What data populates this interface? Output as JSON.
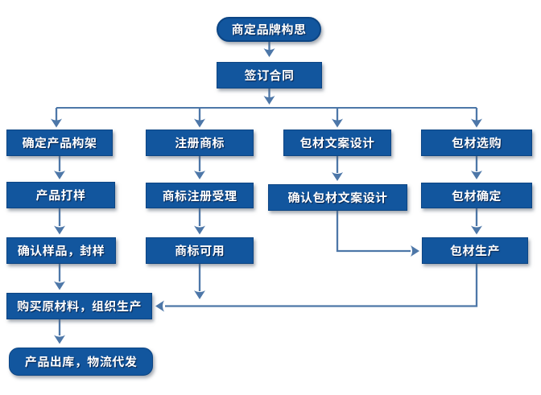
{
  "diagram": {
    "type": "flowchart",
    "language": "zh-CN",
    "colors": {
      "node_fill": "#12569E",
      "node_border": "#0C4584",
      "node_text": "#FFFFFF",
      "connector": "#4D77A8",
      "background": "#FFFFFF"
    },
    "nodes": [
      {
        "id": "brand-concept",
        "label": "商定品牌构思",
        "shape": "rounded"
      },
      {
        "id": "sign-contract",
        "label": "签订合同",
        "shape": "rect"
      },
      {
        "id": "define-product-structure",
        "label": "确定产品构架",
        "shape": "rect"
      },
      {
        "id": "register-trademark",
        "label": "注册商标",
        "shape": "rect"
      },
      {
        "id": "package-copy-design",
        "label": "包材文案设计",
        "shape": "rect"
      },
      {
        "id": "package-material-selection",
        "label": "包材选购",
        "shape": "rect"
      },
      {
        "id": "product-sampling",
        "label": "产品打样",
        "shape": "rect"
      },
      {
        "id": "trademark-acceptance",
        "label": "商标注册受理",
        "shape": "rect"
      },
      {
        "id": "confirm-package-copy",
        "label": "确认包材文案设计",
        "shape": "rect"
      },
      {
        "id": "package-material-confirm",
        "label": "包材确定",
        "shape": "rect"
      },
      {
        "id": "confirm-sample-seal",
        "label": "确认样品，封样",
        "shape": "rect"
      },
      {
        "id": "trademark-usable",
        "label": "商标可用",
        "shape": "rect"
      },
      {
        "id": "package-production",
        "label": "包材生产",
        "shape": "rect"
      },
      {
        "id": "purchase-materials-production",
        "label": "购买原材料，组织生产",
        "shape": "rect"
      },
      {
        "id": "product-outbound-logistics",
        "label": "产品出库，物流代发",
        "shape": "rounded"
      }
    ],
    "edges": [
      {
        "from": "brand-concept",
        "to": "sign-contract"
      },
      {
        "from": "sign-contract",
        "to": "define-product-structure"
      },
      {
        "from": "sign-contract",
        "to": "register-trademark"
      },
      {
        "from": "sign-contract",
        "to": "package-copy-design"
      },
      {
        "from": "sign-contract",
        "to": "package-material-selection"
      },
      {
        "from": "define-product-structure",
        "to": "product-sampling"
      },
      {
        "from": "product-sampling",
        "to": "confirm-sample-seal"
      },
      {
        "from": "confirm-sample-seal",
        "to": "purchase-materials-production"
      },
      {
        "from": "purchase-materials-production",
        "to": "product-outbound-logistics"
      },
      {
        "from": "register-trademark",
        "to": "trademark-acceptance"
      },
      {
        "from": "trademark-acceptance",
        "to": "trademark-usable"
      },
      {
        "from": "trademark-usable",
        "to": "purchase-materials-production"
      },
      {
        "from": "package-copy-design",
        "to": "confirm-package-copy"
      },
      {
        "from": "confirm-package-copy",
        "to": "package-production"
      },
      {
        "from": "package-material-selection",
        "to": "package-material-confirm"
      },
      {
        "from": "package-material-confirm",
        "to": "package-production"
      },
      {
        "from": "package-production",
        "to": "purchase-materials-production"
      }
    ]
  }
}
